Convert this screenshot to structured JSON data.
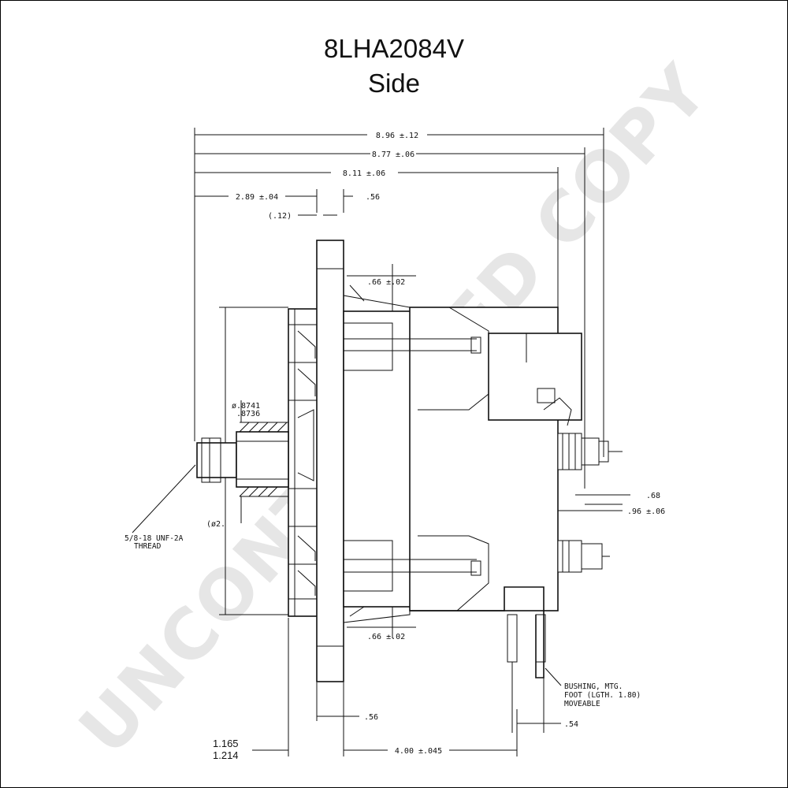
{
  "title": "8LHA2084V",
  "subtitle": "Side",
  "watermark": "UNCONTROLLED COPY",
  "dimensions": {
    "overall_length": "8.96 ±.12",
    "length_2": "8.77 ±.06",
    "length_3": "8.11 ±.06",
    "front_offset": "2.89 ±.04",
    "flange_thickness_top": ".56",
    "gap": "(.12)",
    "mount_top": ".66 ±.02",
    "bore_dia_1": "ø.8741",
    "bore_dia_2": ".8736",
    "pulley_dia": "(ø2.",
    "shaft_thread_1": "5/8-18 UNF-2A",
    "shaft_thread_2": "THREAD",
    "terminal_1": ".68",
    "terminal_2": ".96 ±.06",
    "mount_bottom": ".66 ±.02",
    "flange_thickness_bottom": ".56",
    "bushing_1": "BUSHING, MTG.",
    "bushing_2": "FOOT (LGTH. 1.80)",
    "bushing_3": "MOVEABLE",
    "foot_width": ".54",
    "hub_1": "1.165",
    "hub_2": "1.214",
    "foot_span": "4.00 ±.045"
  }
}
